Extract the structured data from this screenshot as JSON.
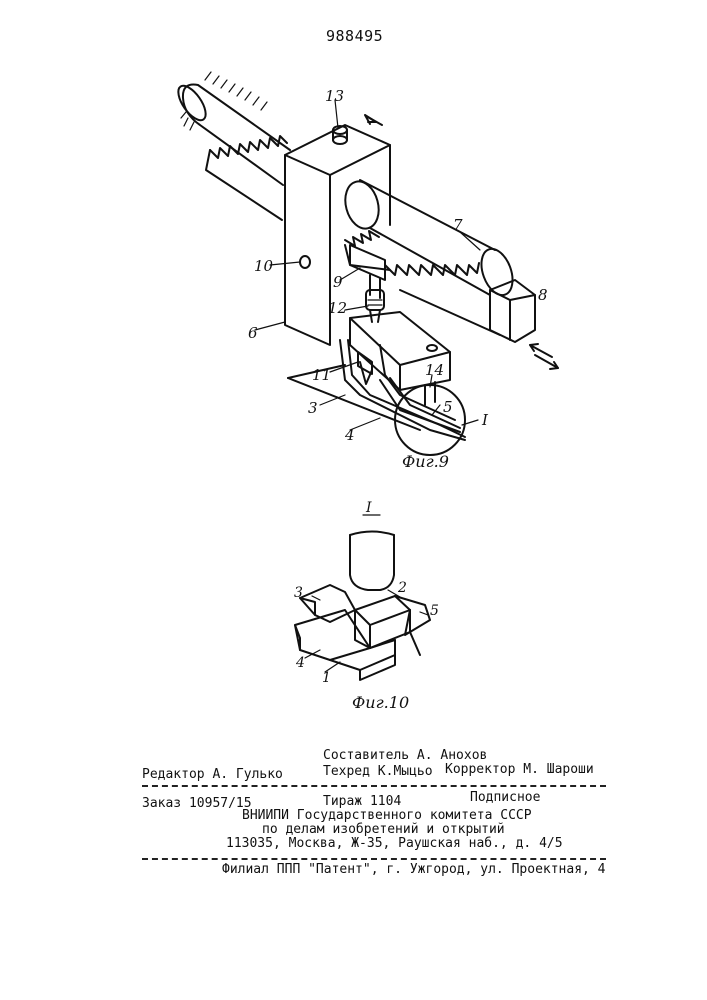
{
  "header": {
    "patent_number": "988495"
  },
  "figure9": {
    "caption": "Фиг.9",
    "labels": {
      "l13": "13",
      "l10": "10",
      "l7": "7",
      "l9": "9",
      "l8": "8",
      "l12": "12",
      "l6": "6",
      "l11": "11",
      "l14": "14",
      "l5": "5",
      "l3": "3",
      "l4": "4",
      "lI": "I"
    }
  },
  "figure10": {
    "caption": "Фиг.10",
    "title": "I",
    "labels": {
      "l3": "3",
      "l2": "2",
      "l5": "5",
      "l4": "4",
      "l1": "1"
    }
  },
  "imprint": {
    "compiler": "Составитель А. Анохов",
    "editor": "Редактор А. Гулько",
    "techred": "Техред К.Мыцьо",
    "corrector": "Корректор М. Шароши",
    "order": "Заказ 10957/15",
    "circulation": "Тираж 1104",
    "subscription": "Подписное",
    "org_line1": "ВНИИПИ Государственного комитета СССР",
    "org_line2": "по делам изобретений и открытий",
    "address": "113035, Москва, Ж-35, Раушская наб., д. 4/5",
    "branch": "Филиал ППП \"Патент\", г. Ужгород, ул. Проектная, 4"
  }
}
